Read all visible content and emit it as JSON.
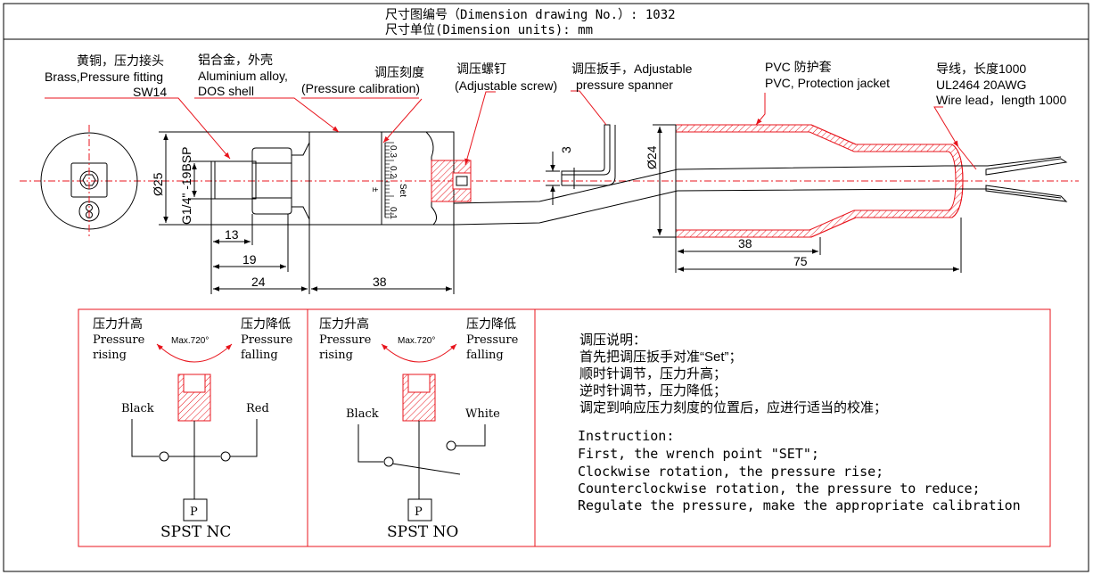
{
  "header": {
    "line1": "尺寸图编号（Dimension drawing No.）: 1032",
    "line2": "尺寸单位(Dimension units): mm"
  },
  "labels": {
    "brass_cn": "黄铜，压力接头",
    "brass_en": "Brass,Pressure fitting",
    "sw": "SW14",
    "alu_cn": "铝合金，外壳",
    "alu_en1": "Aluminium alloy,",
    "alu_en2": "DOS shell",
    "calib_cn": "调压刻度",
    "calib_en": "(Pressure calibration)",
    "screw_cn": "调压螺钉",
    "screw_en": "(Adjustable screw)",
    "spanner_cn": "调压扳手，Adjustable",
    "spanner_en": "pressure spanner",
    "pvc_cn": "PVC 防护套",
    "pvc_en": "PVC, Protection jacket",
    "wire_cn": "导线，长度1000",
    "wire_model": "UL2464 20AWG",
    "wire_en": "Wire lead，length 1000"
  },
  "dimensions": {
    "d25": "Ø25",
    "thread": "G1/4\" -19BSP",
    "d13": "13",
    "d19": "19",
    "d24": "24",
    "d38": "38",
    "d3": "3",
    "dia24": "Ø24",
    "pvc38": "38",
    "pvc75": "75"
  },
  "scale": {
    "marks": [
      "0.3",
      "0.2",
      "0.1"
    ],
    "set": "Set"
  },
  "nc_panel": {
    "rise_cn": "压力升高",
    "rise_en1": "Pressure",
    "rise_en2": "rising",
    "fall_cn": "压力降低",
    "fall_en1": "Pressure",
    "fall_en2": "falling",
    "max": "Max.720°",
    "left_wire": "Black",
    "right_wire": "Red",
    "p": "P",
    "type": "SPST NC"
  },
  "no_panel": {
    "rise_cn": "压力升高",
    "rise_en1": "Pressure",
    "rise_en2": "rising",
    "fall_cn": "压力降低",
    "fall_en1": "Pressure",
    "fall_en2": "falling",
    "max": "Max.720°",
    "left_wire": "Black",
    "right_wire": "White",
    "p": "P",
    "type": "SPST NO"
  },
  "instructions_cn": [
    "调压说明：",
    "首先把调压扳手对准“Set”；",
    "顺时针调节，压力升高；",
    "逆时针调节，压力降低；",
    "调定到响应压力刻度的位置后，应进行适当的校准；"
  ],
  "instructions_en": [
    "Instruction:",
    "First, the wrench point \"SET\";",
    "Clockwise rotation, the pressure rise;",
    "Counterclockwise rotation, the pressure to reduce;",
    "Regulate the pressure, make the appropriate calibration"
  ]
}
